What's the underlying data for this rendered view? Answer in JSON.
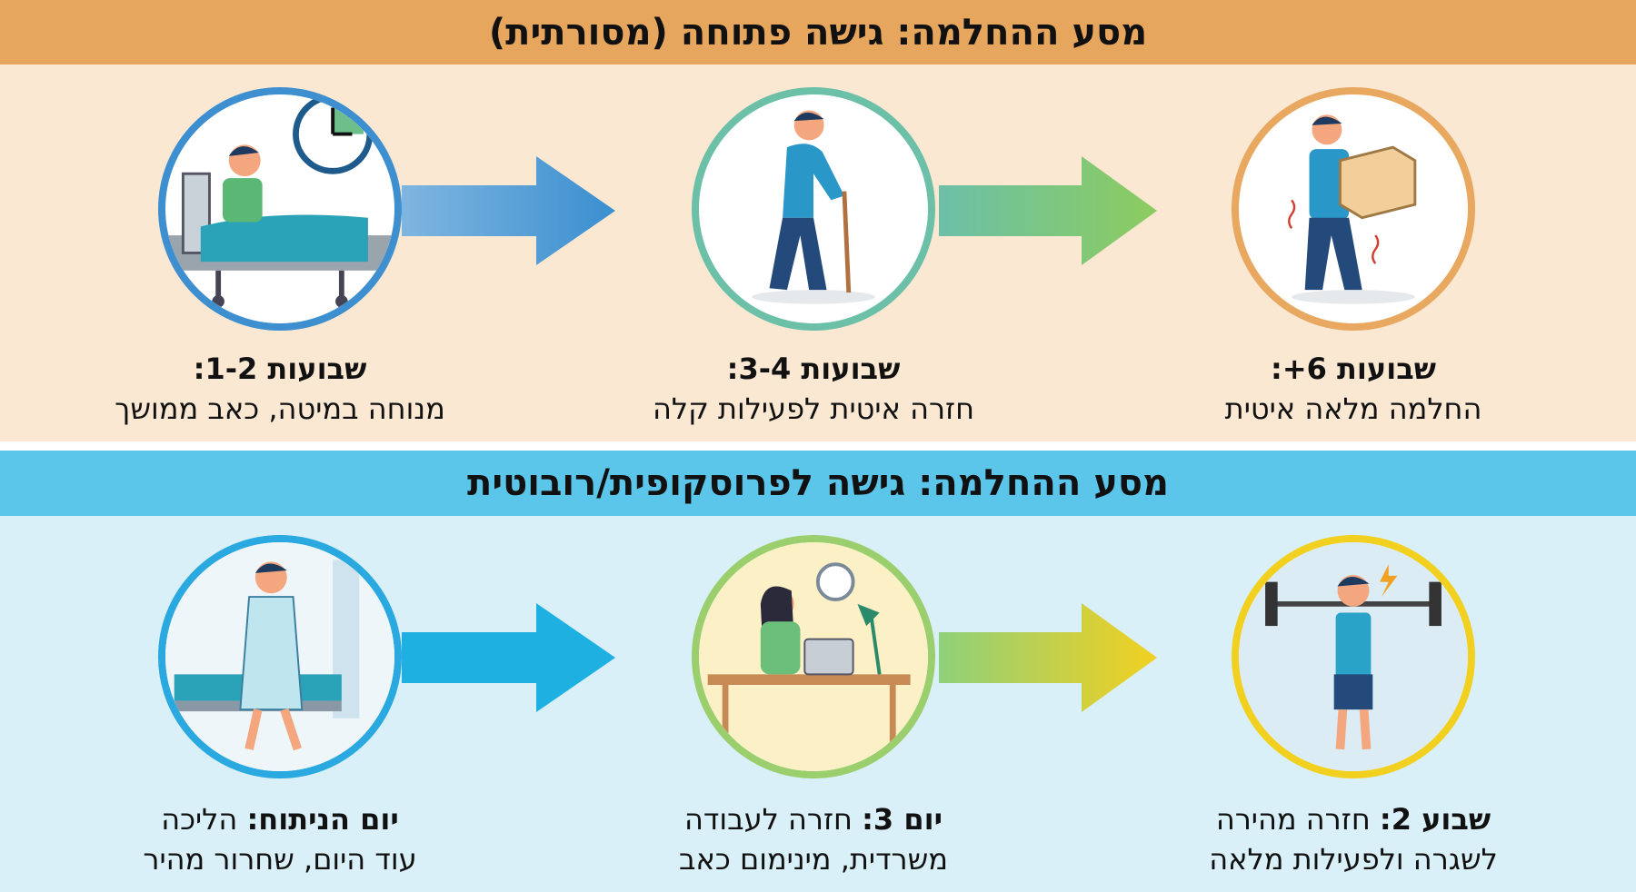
{
  "open": {
    "title": "מסע ההחלמה: גישה פתוחה (מסורתית)",
    "steps": [
      {
        "bold": "שבועות 1-2:",
        "text": "מנוחה במיטה, כאב ממושך",
        "icon": "patient-in-bed-icon"
      },
      {
        "bold": "שבועות 3-4:",
        "text": "חזרה איטית לפעילות קלה",
        "icon": "man-with-cane-icon"
      },
      {
        "bold": "שבועות 6+:",
        "text": "החלמה מלאה איטית",
        "icon": "man-lifting-box-icon"
      }
    ]
  },
  "laparoscopic": {
    "title": "מסע ההחלמה: גישה לפרוסקופית/רובוטית",
    "steps": [
      {
        "bold": "יום הניתוח:",
        "text": " הליכה",
        "line2": "עוד היום, שחרור מהיר",
        "icon": "patient-walking-icon"
      },
      {
        "bold": "יום 3:",
        "text": " חזרה לעבודה",
        "line2": "משרדית, מינימום כאב",
        "icon": "woman-at-desk-icon"
      },
      {
        "bold": "שבוע 2:",
        "text": " חזרה מהירה",
        "line2": "לשגרה ולפעילות מלאה",
        "icon": "man-lifting-weights-icon"
      }
    ]
  },
  "colors": {
    "orange_bar": "#E6A65E",
    "blue_bar": "#5CC6EA",
    "beige": "#FBE8D3",
    "light_blue": "#D9F0F8"
  }
}
